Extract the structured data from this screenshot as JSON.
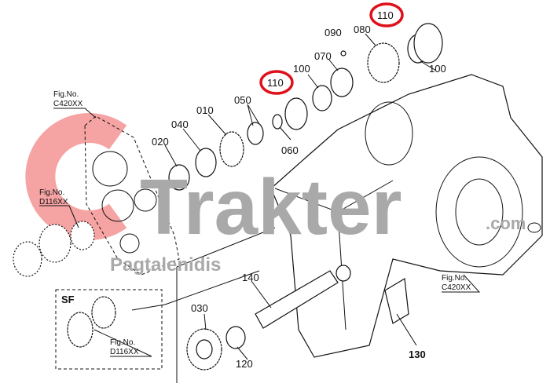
{
  "watermark": {
    "brand_initial": "C",
    "brand_name": "Trakter",
    "domain_suffix": ".com",
    "owner": "Pagtalenidis",
    "initial_color": "#f06a6a",
    "text_color": "#8c8c8c"
  },
  "highlight_color": "#e0101a",
  "parts": {
    "p110_top": "110",
    "p090": "090",
    "p080": "080",
    "p070": "070",
    "p100_left": "100",
    "p100_right": "100",
    "p110_mid": "110",
    "p050": "050",
    "p010": "010",
    "p040": "040",
    "p020": "020",
    "p060": "060",
    "p140": "140",
    "p030": "030",
    "p120": "120",
    "p130": "130"
  },
  "figure_refs": {
    "c420_left": {
      "title": "Fig.No.",
      "code": "C420XX"
    },
    "d116_left": {
      "title": "Fig.No.",
      "code": "D116XX"
    },
    "c420_right": {
      "title": "Fig.No.",
      "code": "C420XX"
    },
    "d116_sf": {
      "title": "Fig.No.",
      "code": "D116XX"
    }
  },
  "sf_box_label": "SF"
}
